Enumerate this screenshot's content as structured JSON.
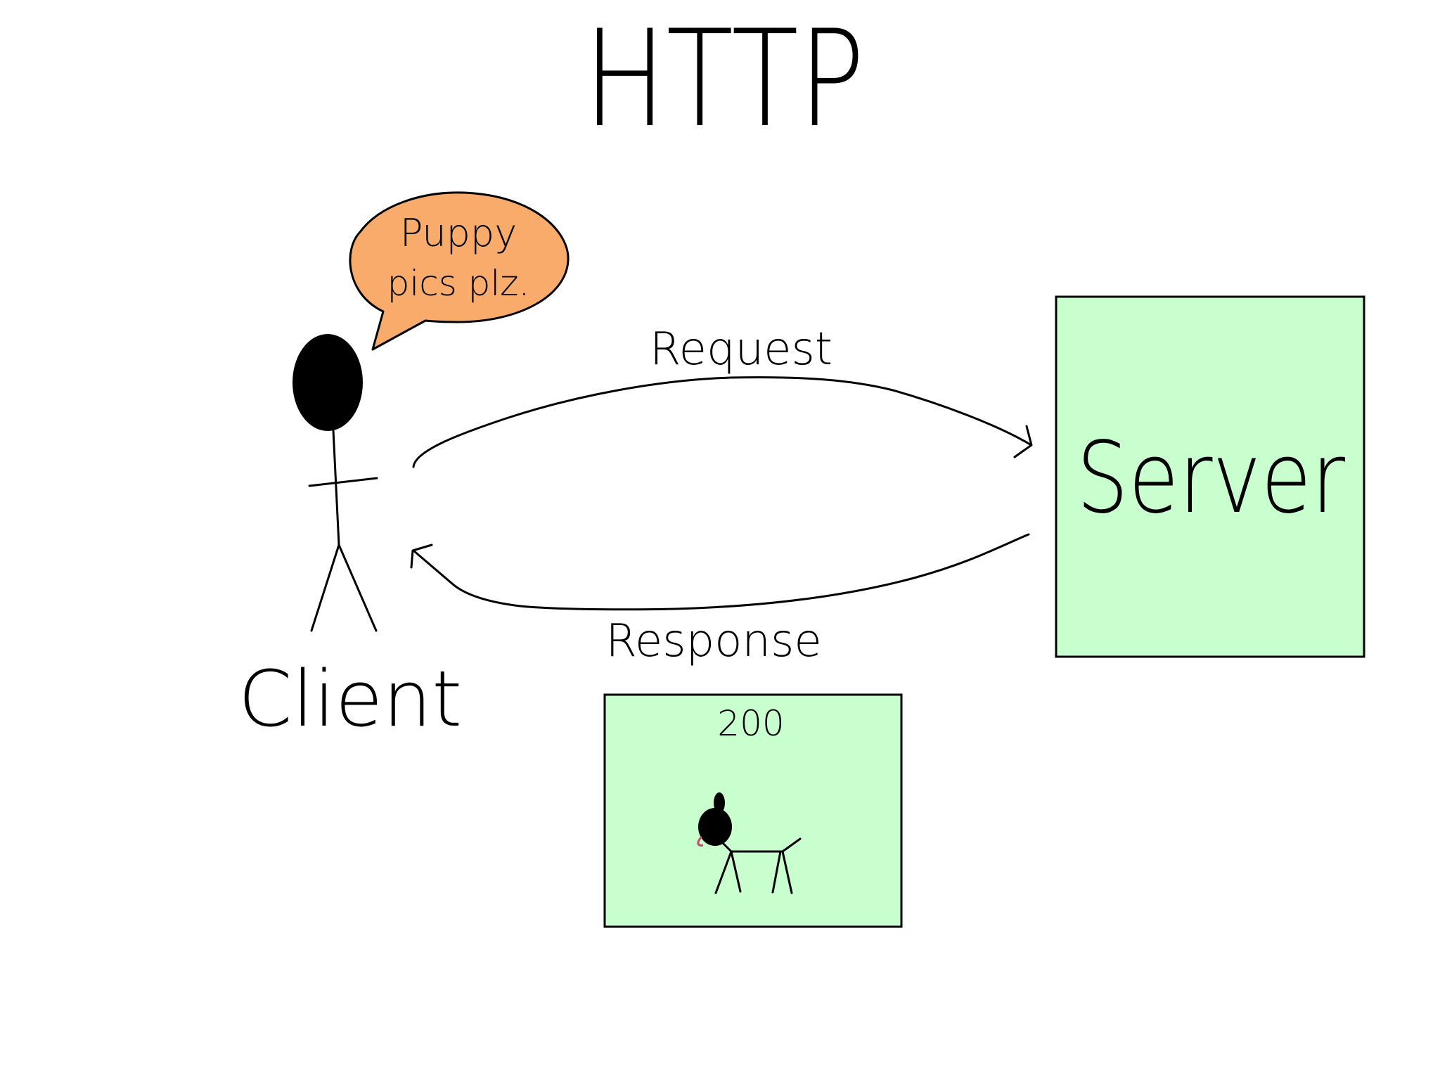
{
  "title": "HTTP",
  "client": {
    "label": "Client",
    "speech": {
      "line1": "Puppy",
      "line2": "pics plz."
    }
  },
  "server": {
    "label": "Server"
  },
  "request": {
    "label": "Request"
  },
  "response": {
    "label": "Response",
    "status_code": "200"
  },
  "colors": {
    "speech_bubble": "#F9AB6B",
    "server_fill": "#C9FFCF",
    "response_fill": "#C9FFCF",
    "ink": "#000000"
  }
}
